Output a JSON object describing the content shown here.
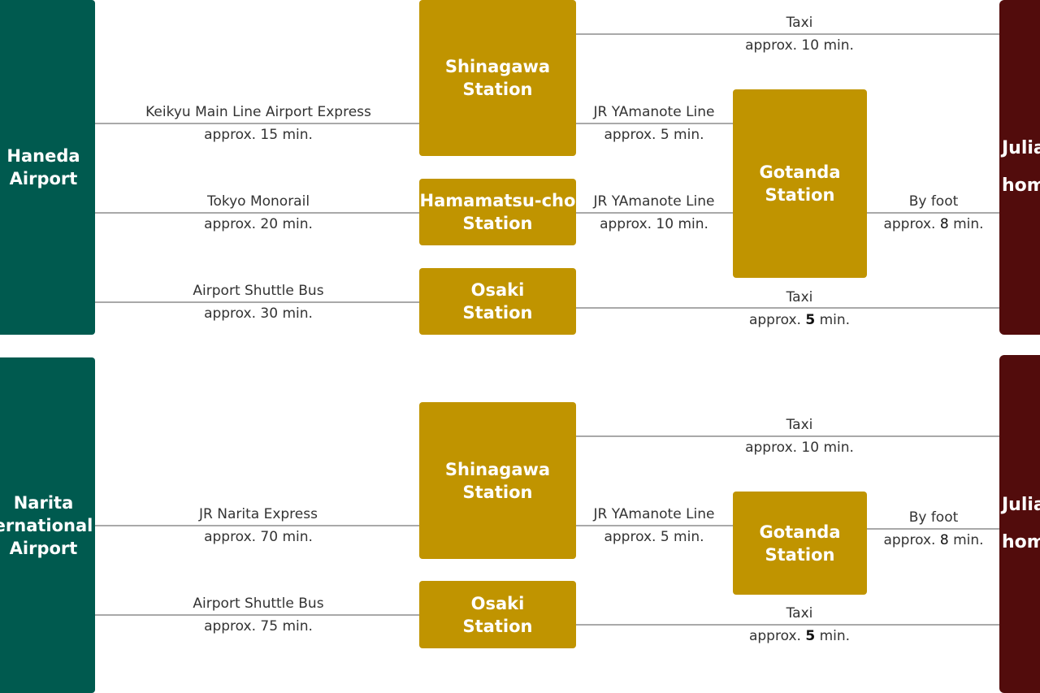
{
  "colors": {
    "airport": "#005a4f",
    "station": "#c09400",
    "home": "#520c0c",
    "line": "#a9a9a9"
  },
  "haneda": {
    "airport": [
      "Haneda",
      "Airport"
    ],
    "shinagawa": [
      "Shinagawa",
      "Station"
    ],
    "hamamatsucho": [
      "Hamamatsu-cho",
      "Station"
    ],
    "osaki": [
      "Osaki",
      "Station"
    ],
    "gotanda": [
      "Gotanda",
      "Station"
    ],
    "home": [
      "Julia",
      "hom"
    ],
    "keikyu": {
      "name": "Keikyu Main Line Airport Express",
      "time": "approx. 15 min."
    },
    "monorail": {
      "name": "Tokyo Monorail",
      "time": "approx. 20 min."
    },
    "shuttle": {
      "name": "Airport Shuttle Bus",
      "time": "approx. 30 min."
    },
    "taxi_top": {
      "name": "Taxi",
      "time": "approx. 10 min."
    },
    "jr_shinagawa": {
      "name": "JR YAmanote Line",
      "time": "approx. 5 min."
    },
    "jr_hamamatsucho": {
      "name": "JR YAmanote Line",
      "time": "approx. 10 min."
    },
    "foot": {
      "name": "By foot",
      "time_prefix": "approx.",
      "time_num": "8",
      "time_suffix": "min."
    },
    "taxi_bottom": {
      "name": "Taxi",
      "time_prefix": "approx.",
      "time_num": "5",
      "time_suffix": "min."
    }
  },
  "narita": {
    "airport": [
      "Narita",
      "ernational",
      "Airport"
    ],
    "shinagawa": [
      "Shinagawa",
      "Station"
    ],
    "osaki": [
      "Osaki",
      "Station"
    ],
    "gotanda": [
      "Gotanda",
      "Station"
    ],
    "home": [
      "Julia",
      "hom"
    ],
    "nex": {
      "name": "JR Narita Express",
      "time": "approx. 70 min."
    },
    "shuttle": {
      "name": "Airport Shuttle Bus",
      "time": "approx. 75 min."
    },
    "taxi_top": {
      "name": "Taxi",
      "time": "approx. 10 min."
    },
    "jr_shinagawa": {
      "name": "JR YAmanote Line",
      "time": "approx. 5 min."
    },
    "foot": {
      "name": "By foot",
      "time_prefix": "approx.",
      "time_num": "8",
      "time_suffix": "min."
    },
    "taxi_bottom": {
      "name": "Taxi",
      "time_prefix": "approx.",
      "time_num": "5",
      "time_suffix": "min."
    }
  }
}
